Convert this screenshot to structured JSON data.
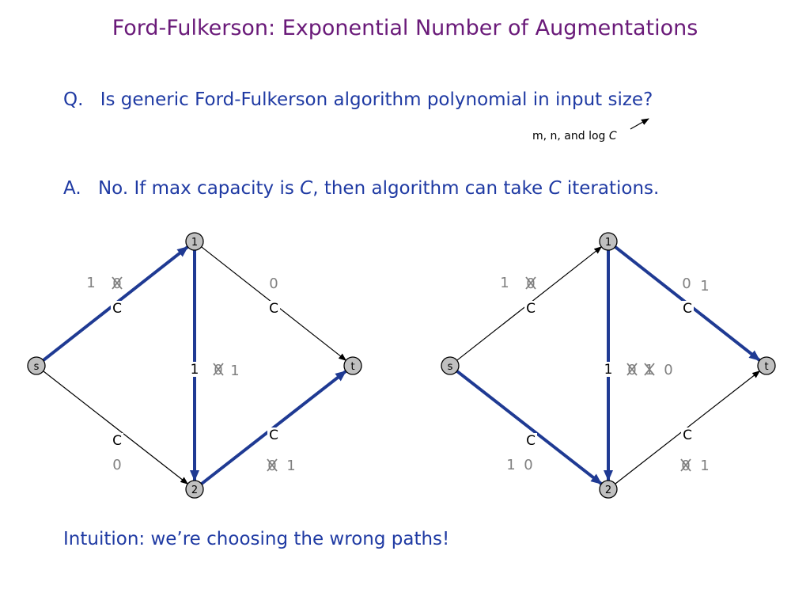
{
  "slide": {
    "title": "Ford-Fulkerson:  Exponential Number of Augmentations",
    "question_prefix": "Q.",
    "question": "Is generic Ford-Fulkerson algorithm polynomial in input size?",
    "annotation_prefix": "m, n, and log ",
    "annotation_var": "C",
    "answer_prefix": "A.",
    "answer_parts": [
      "No.  If max capacity is ",
      "C",
      ", then algorithm can take ",
      "C",
      " iterations."
    ],
    "intuition": "Intuition: we’re choosing the wrong paths!"
  },
  "colors": {
    "title": "#6a1a79",
    "text": "#1f3aa3",
    "path": "#1f3a93",
    "flow": "#808080",
    "node": "#c0c0c0"
  },
  "diagrams": [
    {
      "nodes": [
        "s",
        "1",
        "2",
        "t"
      ],
      "edges": [
        {
          "from": "s",
          "to": "1",
          "cap": "C",
          "flow_old": "0",
          "flow_new": "1",
          "augmented": true
        },
        {
          "from": "1",
          "to": "t",
          "cap": "C",
          "flow_new": "0",
          "augmented": false
        },
        {
          "from": "s",
          "to": "2",
          "cap": "C",
          "flow_new": "0",
          "augmented": false
        },
        {
          "from": "2",
          "to": "t",
          "cap": "C",
          "flow_old": "0",
          "flow_new": "1",
          "augmented": true
        },
        {
          "from": "1",
          "to": "2",
          "cap": "1",
          "flow_old": "0",
          "flow_new": "1",
          "augmented": true
        }
      ]
    },
    {
      "nodes": [
        "s",
        "1",
        "2",
        "t"
      ],
      "edges": [
        {
          "from": "s",
          "to": "1",
          "cap": "C",
          "flow_old": "0",
          "flow_new": "1",
          "augmented": false
        },
        {
          "from": "1",
          "to": "t",
          "cap": "C",
          "flow_new": "0",
          "flow_add": "1",
          "augmented": true
        },
        {
          "from": "s",
          "to": "2",
          "cap": "C",
          "flow_new": "1",
          "flow_add": "0",
          "augmented": true
        },
        {
          "from": "2",
          "to": "t",
          "cap": "C",
          "flow_old": "0",
          "flow_new": "1",
          "augmented": false
        },
        {
          "from": "1",
          "to": "2",
          "cap": "1",
          "flow_old": "0",
          "flow_old2": "1",
          "flow_new": "0",
          "augmented": true
        }
      ]
    }
  ]
}
